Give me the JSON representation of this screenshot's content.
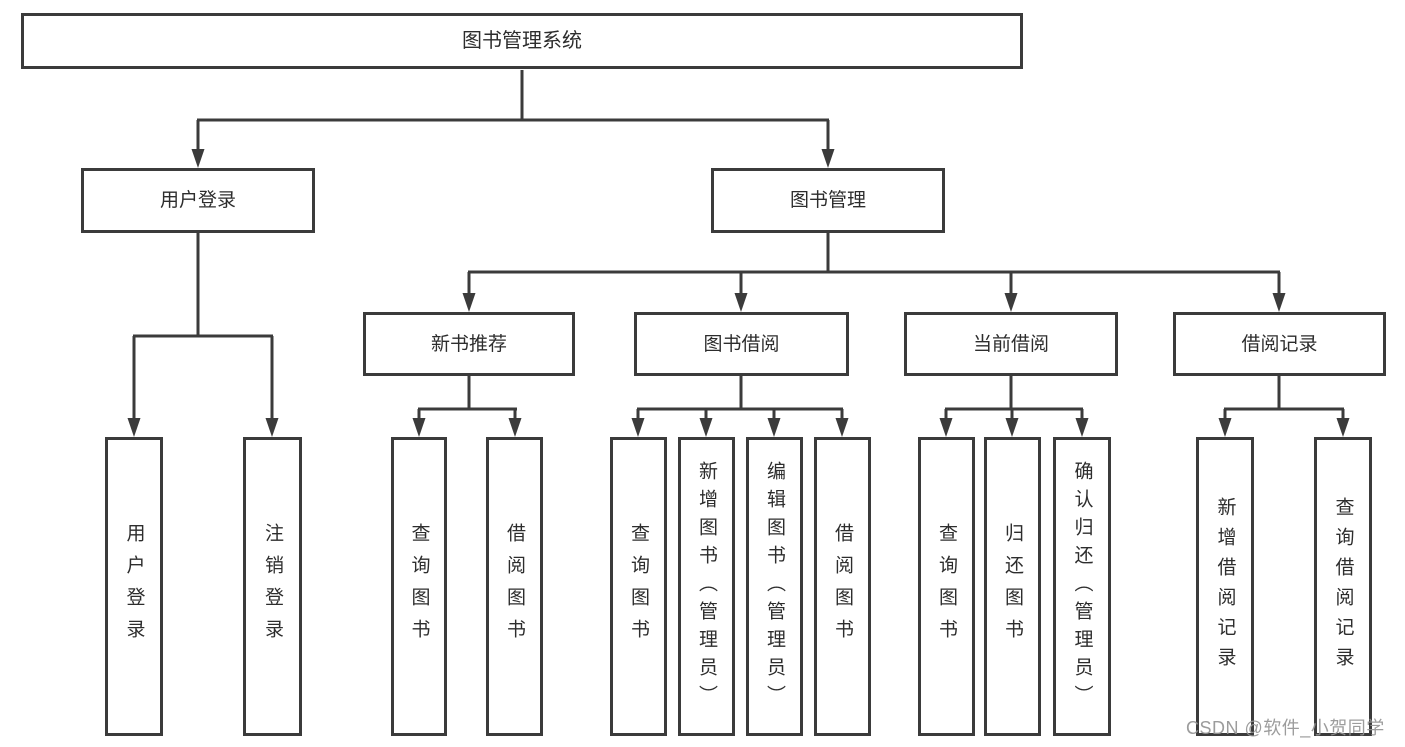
{
  "title": "图书管理系统",
  "tree": {
    "root": "图书管理系统",
    "children": [
      {
        "label": "用户登录",
        "children": [
          {
            "label": "用户登录"
          },
          {
            "label": "注销登录"
          }
        ]
      },
      {
        "label": "图书管理",
        "children": [
          {
            "label": "新书推荐",
            "children": [
              {
                "label": "查询图书"
              },
              {
                "label": "借阅图书"
              }
            ]
          },
          {
            "label": "图书借阅",
            "children": [
              {
                "label": "查询图书"
              },
              {
                "label": "新增图书（管理员）"
              },
              {
                "label": "编辑图书（管理员）"
              },
              {
                "label": "借阅图书"
              }
            ]
          },
          {
            "label": "当前借阅",
            "children": [
              {
                "label": "查询图书"
              },
              {
                "label": "归还图书"
              },
              {
                "label": "确认归还（管理员）"
              }
            ]
          },
          {
            "label": "借阅记录",
            "children": [
              {
                "label": "新增借阅记录"
              },
              {
                "label": "查询借阅记录"
              }
            ]
          }
        ]
      }
    ]
  },
  "watermark": "CSDN @软件_小贺同学",
  "colors": {
    "line": "#3b3b3b",
    "box_border": "#3b3b3b",
    "text": "#2d2d2d",
    "watermark": "#949494",
    "background": "#ffffff"
  }
}
